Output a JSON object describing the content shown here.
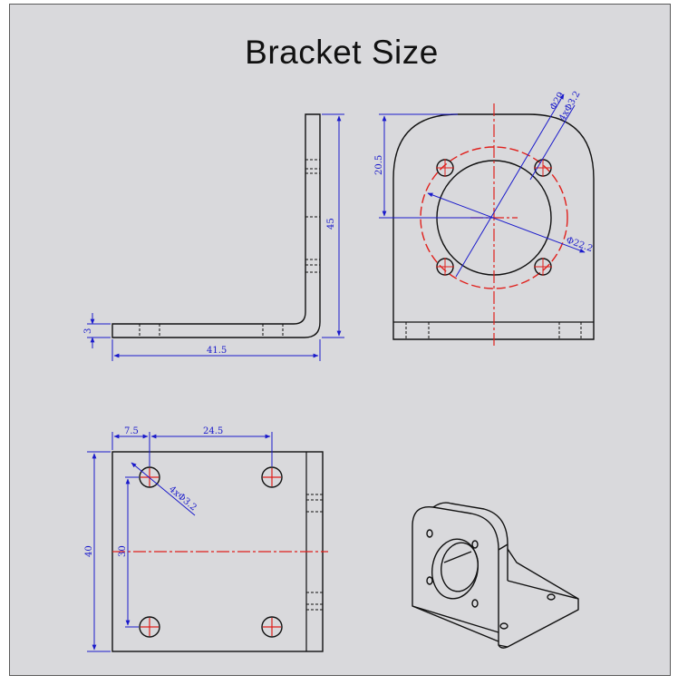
{
  "title": "Bracket Size",
  "colors": {
    "panel_bg": "#d9d9dc",
    "outline": "#111111",
    "dimension": "#1a1acb",
    "centerline": "#e0201c"
  },
  "views": {
    "side": {
      "dim_height": "45",
      "dim_thickness": "3",
      "dim_length": "41.5"
    },
    "front": {
      "dim_hole_height": "20.5",
      "dim_pitch_circle": "Φ29",
      "dim_holes": "4xΦ3.2",
      "dim_center_bore": "Φ22.2"
    },
    "top": {
      "dim_edge_offset": "7.5",
      "dim_hole_spacing_x": "24.5",
      "dim_width": "40",
      "dim_hole_spacing_y": "30",
      "dim_holes": "4xΦ3.2"
    },
    "iso": {
      "icon": "isometric-bracket-drawing"
    }
  }
}
